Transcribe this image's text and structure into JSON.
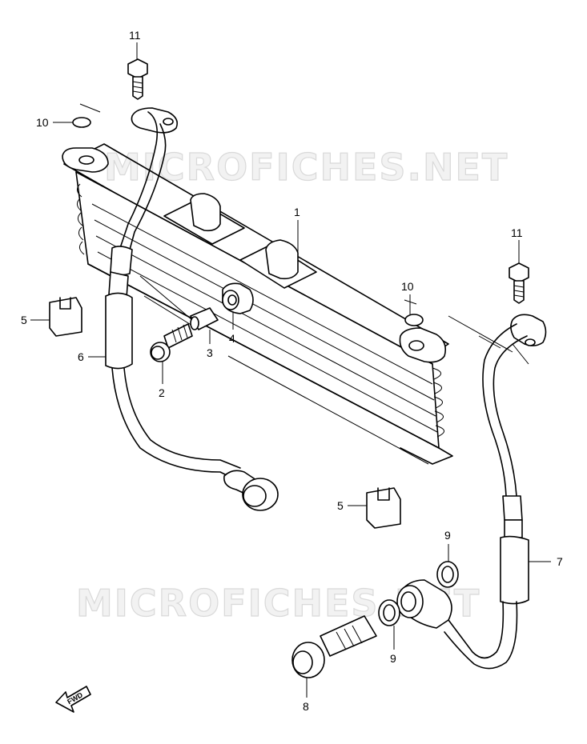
{
  "watermark": {
    "top": "MICROFICHES.NET",
    "bottom": "MICROFICHES.NET"
  },
  "fwd_label": "FWD",
  "callouts": {
    "c1": "1",
    "c2": "2",
    "c3": "3",
    "c4": "4",
    "c5a": "5",
    "c5b": "5",
    "c6": "6",
    "c7": "7",
    "c8": "8",
    "c9a": "9",
    "c9b": "9",
    "c10a": "10",
    "c10b": "10",
    "c11a": "11",
    "c11b": "11"
  }
}
